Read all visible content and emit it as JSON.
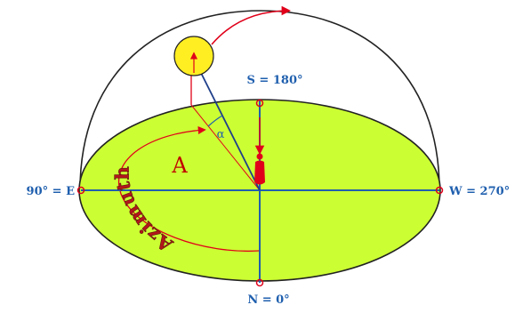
{
  "labels": {
    "south": "S = 180°",
    "east": "90° = E",
    "west": "W = 270°",
    "north": "N = 0°",
    "azimuth_angle": "A",
    "altitude_angle": "α",
    "azimuth_word": "Azimuth"
  },
  "colors": {
    "ground": "#ccff33",
    "sun": "#ffee22",
    "axis": "#1f5fae",
    "arc": "#e0001a",
    "dome": "#222222"
  }
}
